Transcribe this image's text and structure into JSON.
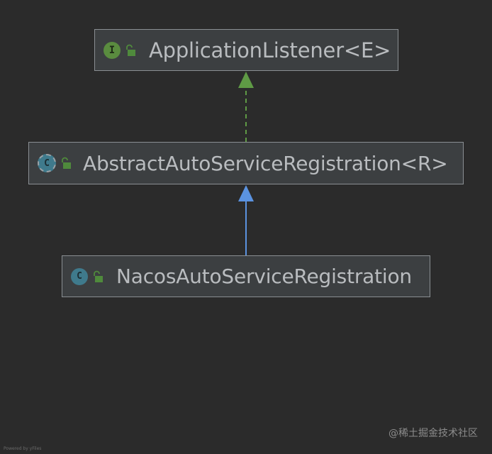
{
  "diagram": {
    "nodes": [
      {
        "id": "app",
        "label": "ApplicationListener<E>",
        "kind": "interface",
        "kind_letter": "I",
        "icon_color": "#5a8c3f"
      },
      {
        "id": "abs",
        "label": "AbstractAutoServiceRegistration<R>",
        "kind": "abstract-class",
        "kind_letter": "C",
        "icon_color": "#3f7a8c"
      },
      {
        "id": "nacos",
        "label": "NacosAutoServiceRegistration",
        "kind": "class",
        "kind_letter": "C",
        "icon_color": "#3f7a8c"
      }
    ],
    "edges": [
      {
        "from": "abs",
        "to": "app",
        "type": "implements",
        "style": "dashed",
        "color": "#5f9a45"
      },
      {
        "from": "nacos",
        "to": "abs",
        "type": "extends",
        "style": "solid",
        "color": "#5b93e0"
      }
    ],
    "lock_color": "#4f8a3c",
    "background": "#2b2b2b"
  },
  "footer": {
    "watermark": "@稀土掘金技术社区",
    "powered_by": "Powered by yFiles"
  }
}
